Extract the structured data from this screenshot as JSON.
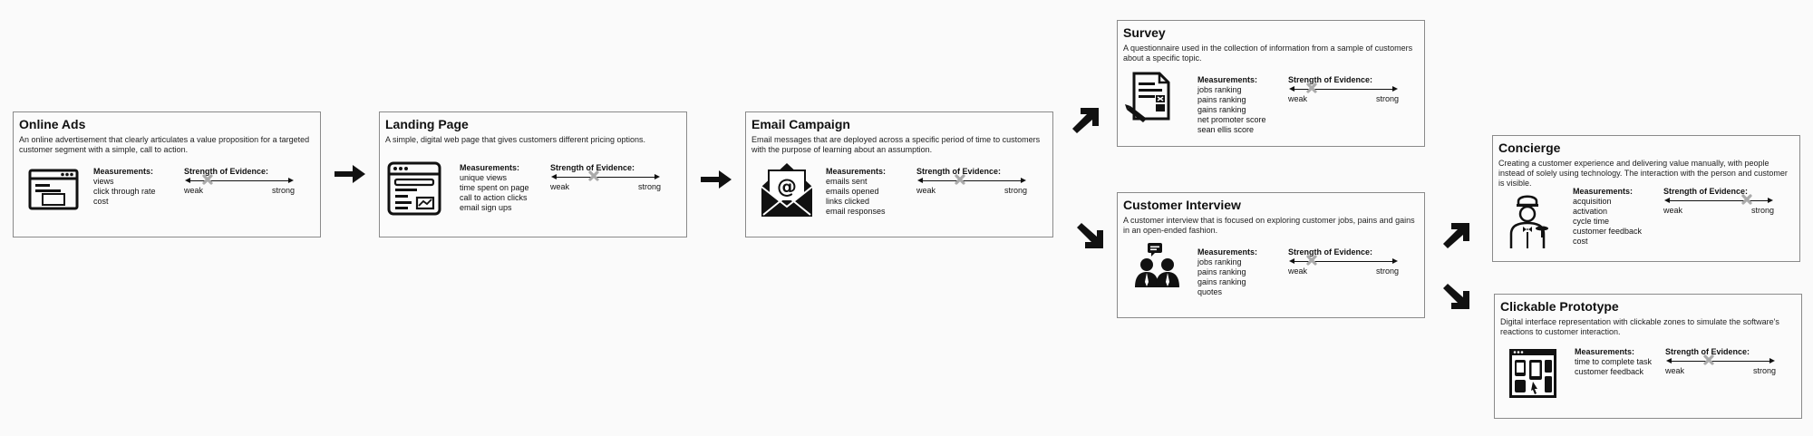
{
  "labels": {
    "measurements": "Measurements:",
    "strength": "Strength of Evidence:",
    "weak": "weak",
    "strong": "strong"
  },
  "cards": {
    "online_ads": {
      "title": "Online Ads",
      "description": "An online advertisement that clearly articulates a value proposition for a targeted customer segment with a simple, call to action.",
      "icon": "browser-ads-icon",
      "measurements": [
        "views",
        "click through rate",
        "cost"
      ],
      "strength": 0.18
    },
    "landing_page": {
      "title": "Landing Page",
      "description": "A simple, digital web page that gives customers different pricing options.",
      "icon": "web-page-icon",
      "measurements": [
        "unique views",
        "time spent on page",
        "call to action clicks",
        "email sign ups"
      ],
      "strength": 0.38
    },
    "email_campaign": {
      "title": "Email Campaign",
      "description": "Email messages that are deployed across a specific period of time to customers with the purpose of learning about an assumption.",
      "icon": "email-envelope-icon",
      "measurements": [
        "emails sent",
        "emails opened",
        "links clicked",
        "email responses"
      ],
      "strength": 0.38
    },
    "survey": {
      "title": "Survey",
      "description": "A questionnaire used in the collection of information from a sample of customers about a specific topic.",
      "icon": "questionnaire-icon",
      "measurements": [
        "jobs ranking",
        "pains ranking",
        "gains ranking",
        "net promoter score",
        "sean ellis score"
      ],
      "strength": 0.18
    },
    "customer_interview": {
      "title": "Customer Interview",
      "description": "A customer interview that is focused on exploring customer jobs, pains and gains in an open-ended fashion.",
      "icon": "interview-people-icon",
      "measurements": [
        "jobs ranking",
        "pains ranking",
        "gains ranking",
        "quotes"
      ],
      "strength": 0.18
    },
    "concierge": {
      "title": "Concierge",
      "description": "Creating a customer experience and delivering value manually, with people instead of solely using technology. The interaction with the person and customer is visible.",
      "icon": "concierge-person-icon",
      "measurements": [
        "acquisition",
        "activation",
        "cycle time",
        "customer feedback",
        "cost"
      ],
      "strength": 0.78
    },
    "clickable_prototype": {
      "title": "Clickable Prototype",
      "description": "Digital interface representation with clickable zones to simulate the software's reactions to customer interaction.",
      "icon": "prototype-screens-icon",
      "measurements": [
        "time to complete task",
        "customer feedback"
      ],
      "strength": 0.38
    }
  }
}
